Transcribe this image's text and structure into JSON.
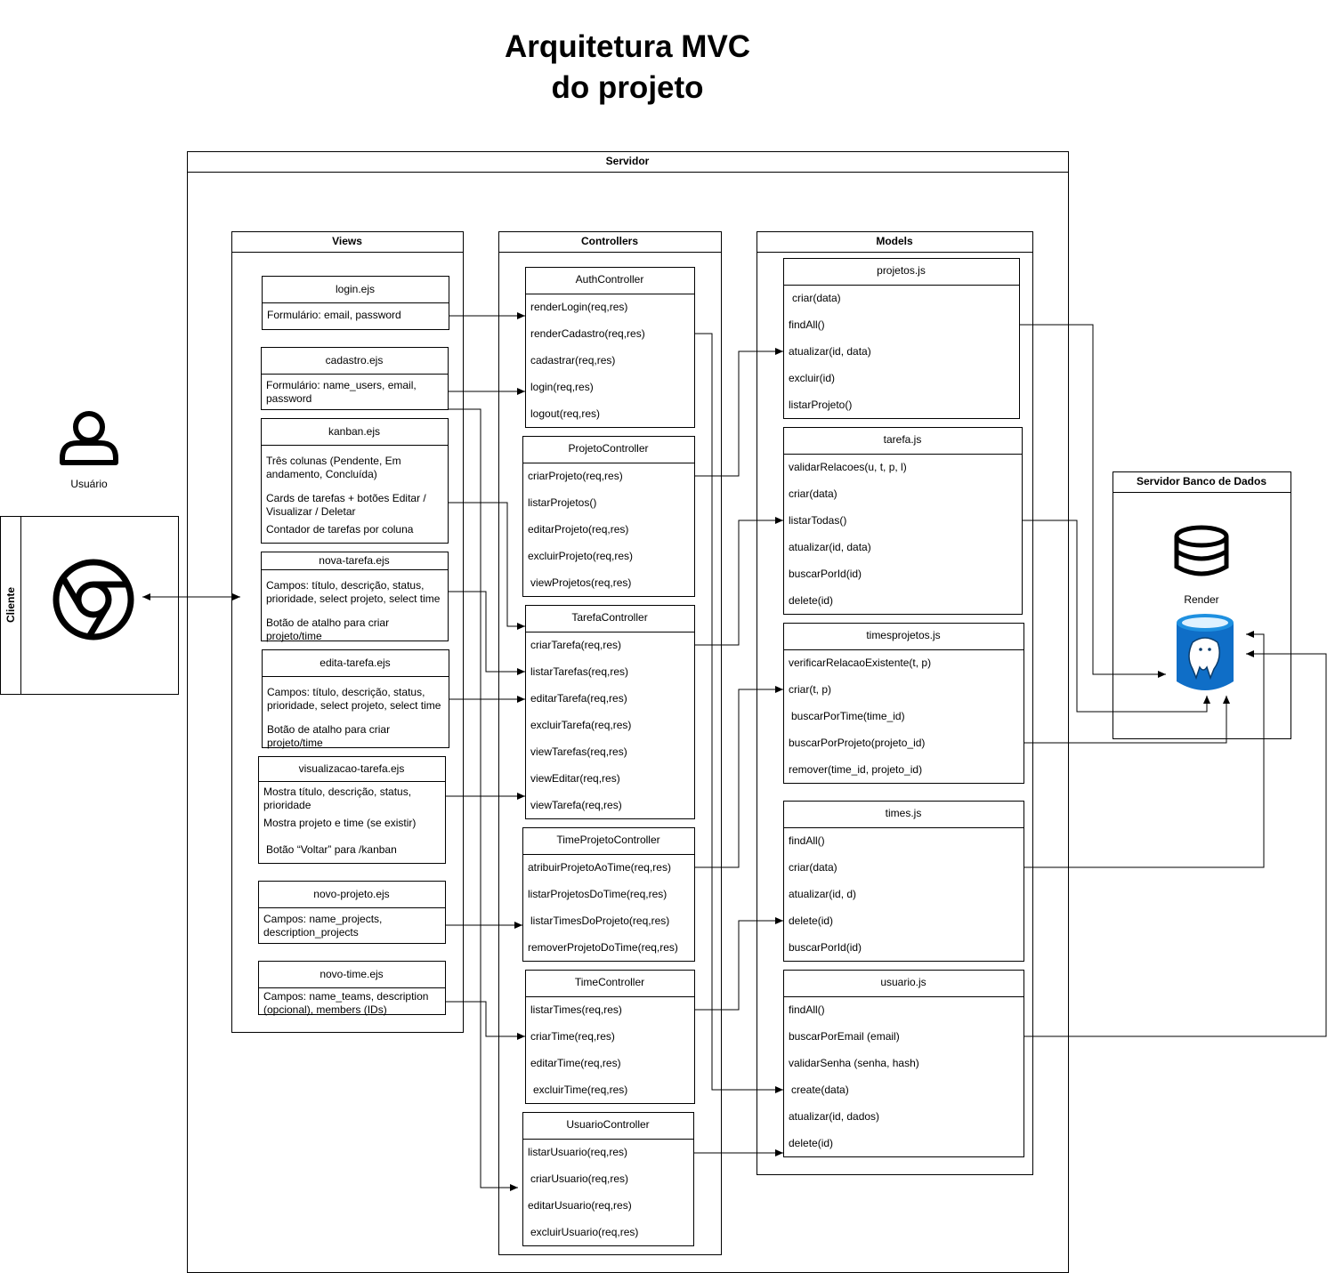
{
  "title": [
    "Arquitetura MVC",
    "do projeto"
  ],
  "user": {
    "label": "Usuário"
  },
  "client": {
    "label": "Cliente"
  },
  "server": {
    "label": "Servidor"
  },
  "views": {
    "label": "Views",
    "boxes": [
      {
        "name": "login.ejs",
        "items": [
          "Formulário: email, password"
        ]
      },
      {
        "name": "cadastro.ejs",
        "items": [
          "Formulário: name_users, email, password"
        ]
      },
      {
        "name": "kanban.ejs",
        "items": [
          "Três colunas (Pendente, Em andamento, Concluída)",
          "Cards de tarefas + botões Editar / Visualizar / Deletar",
          "Contador de tarefas por coluna"
        ]
      },
      {
        "name": "nova-tarefa.ejs",
        "items": [
          "Campos: título, descrição, status, prioridade, select projeto, select time",
          "Botão de atalho para criar projeto/time"
        ]
      },
      {
        "name": "edita-tarefa.ejs",
        "items": [
          "Campos: título, descrição, status, prioridade, select projeto, select time",
          "Botão de atalho para criar projeto/time"
        ]
      },
      {
        "name": "visualizacao-tarefa.ejs",
        "items": [
          "Mostra título, descrição, status, prioridade",
          "Mostra projeto e time (se existir)",
          "Botão “Voltar” para /kanban"
        ]
      },
      {
        "name": "novo-projeto.ejs",
        "items": [
          "Campos: name_projects, description_projects"
        ]
      },
      {
        "name": "novo-time.ejs",
        "items": [
          "Campos: name_teams, description (opcional), members (IDs)"
        ]
      }
    ]
  },
  "controllers": {
    "label": "Controllers",
    "boxes": [
      {
        "name": "AuthController",
        "items": [
          "renderLogin(req,res)",
          "renderCadastro(req,res)",
          "cadastrar(req,res)",
          "login(req,res)",
          "logout(req,res)"
        ]
      },
      {
        "name": "ProjetoController",
        "items": [
          "criarProjeto(req,res)",
          "listarProjetos()",
          "editarProjeto(req,res)",
          "excluirProjeto(req,res)",
          "viewProjetos(req,res)"
        ]
      },
      {
        "name": "TarefaController",
        "items": [
          "criarTarefa(req,res)",
          "listarTarefas(req,res)",
          "editarTarefa(req,res)",
          "excluirTarefa(req,res)",
          "viewTarefas(req,res)",
          "viewEditar(req,res)",
          "viewTarefa(req,res)"
        ]
      },
      {
        "name": "TimeProjetoController",
        "items": [
          "atribuirProjetoAoTime(req,res)",
          "listarProjetosDoTime(req,res)",
          "listarTimesDoProjeto(req,res)",
          "removerProjetoDoTime(req,res)"
        ]
      },
      {
        "name": "TimeController",
        "items": [
          "listarTimes(req,res)",
          "criarTime(req,res)",
          "editarTime(req,res)",
          "excluirTime(req,res)"
        ]
      },
      {
        "name": "UsuarioController",
        "items": [
          "listarUsuario(req,res)",
          "criarUsuario(req,res)",
          "editarUsuario(req,res)",
          "excluirUsuario(req,res)"
        ]
      }
    ]
  },
  "models": {
    "label": "Models",
    "boxes": [
      {
        "name": "projetos.js",
        "items": [
          "criar(data)",
          "findAll()",
          "atualizar(id, data)",
          "excluir(id)",
          "listarProjeto()"
        ]
      },
      {
        "name": "tarefa.js",
        "items": [
          "validarRelacoes(u, t, p, l)",
          "criar(data)",
          "listarTodas()",
          "atualizar(id, data)",
          "buscarPorId(id)",
          "delete(id)"
        ]
      },
      {
        "name": "timesprojetos.js",
        "items": [
          "verificarRelacaoExistente(t, p)",
          "criar(t, p)",
          "buscarPorTime(time_id)",
          "buscarPorProjeto(projeto_id)",
          "remover(time_id, projeto_id)"
        ]
      },
      {
        "name": "times.js",
        "items": [
          "findAll()",
          "criar(data)",
          "atualizar(id, d)",
          "delete(id)",
          "buscarPorId(id)"
        ]
      },
      {
        "name": "usuario.js",
        "items": [
          "findAll()",
          "buscarPorEmail (email)",
          "validarSenha (senha, hash)",
          "create(data)",
          "atualizar(id, dados)",
          "delete(id)"
        ]
      }
    ]
  },
  "database": {
    "label": "Servidor Banco de Dados",
    "provider": "Render"
  }
}
